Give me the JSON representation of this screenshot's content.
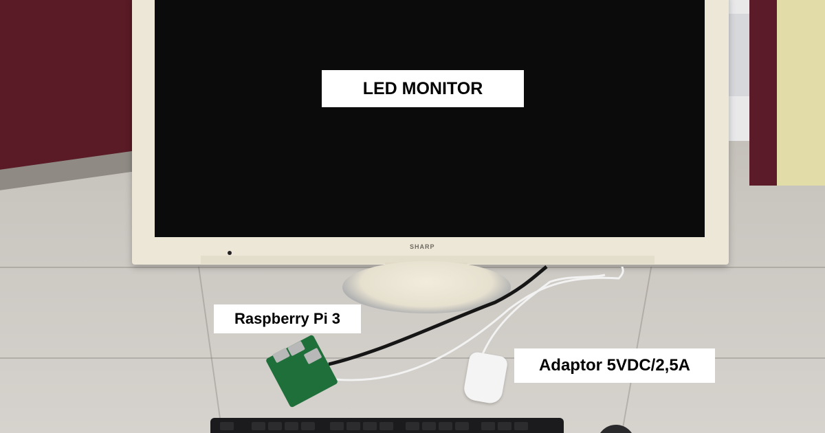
{
  "labels": {
    "monitor": "LED MONITOR",
    "raspberry_pi": "Raspberry Pi 3",
    "adaptor": "Adaptor 5VDC/2,5A"
  },
  "monitor": {
    "brand": "SHARP"
  },
  "colors": {
    "label_background": "#ffffff",
    "label_text": "#000000",
    "screen": "#0b0b0b",
    "bezel": "#ece7d7",
    "board": "#1f6f3a"
  }
}
